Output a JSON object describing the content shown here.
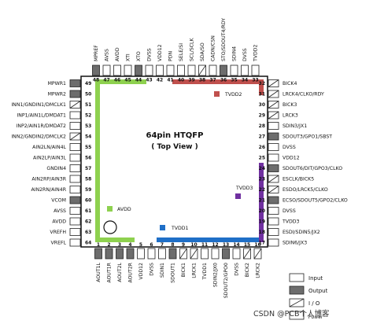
{
  "chip": {
    "title": "64pin HTQFP",
    "subtitle": "( Top View )"
  },
  "power_labels": {
    "tvdd2": "TVDD2",
    "tvdd3": "TVDD3",
    "avdd": "AVDD",
    "tvdd1": "TVDD1"
  },
  "colors": {
    "green": "#8ed14f",
    "red": "#c0504d",
    "blue": "#1f6fc7",
    "purple": "#7030a0",
    "output": "#6d6d6d"
  },
  "legend": {
    "input": "Input",
    "output": "Output",
    "io": "I / O",
    "power": "Power"
  },
  "watermark": "CSDN @PCB个人博客",
  "pins": {
    "left": [
      {
        "num": "49",
        "name": "MPWR1",
        "type": "output"
      },
      {
        "num": "50",
        "name": "MPWR2",
        "type": "output"
      },
      {
        "num": "51",
        "name": "INN1/GNDIN1/DMCLK1",
        "type": "io"
      },
      {
        "num": "52",
        "name": "INP1/AIN1L/DMDAT1",
        "type": "input"
      },
      {
        "num": "53",
        "name": "INP2/AIN1R/DMDAT2",
        "type": "input"
      },
      {
        "num": "54",
        "name": "INN2/GNDIN2/DMCLK2",
        "type": "io"
      },
      {
        "num": "55",
        "name": "AIN2LN/AIN4L",
        "type": "input"
      },
      {
        "num": "56",
        "name": "AIN2LP/AIN3L",
        "type": "input"
      },
      {
        "num": "57",
        "name": "GNDIN4",
        "type": "input"
      },
      {
        "num": "58",
        "name": "AIN2RP/AIN3R",
        "type": "input"
      },
      {
        "num": "59",
        "name": "AIN2RN/AIN4R",
        "type": "input"
      },
      {
        "num": "60",
        "name": "VCOM",
        "type": "output"
      },
      {
        "num": "61",
        "name": "AVSS",
        "type": "power"
      },
      {
        "num": "62",
        "name": "AVDD",
        "type": "power"
      },
      {
        "num": "63",
        "name": "VREFH",
        "type": "input"
      },
      {
        "num": "64",
        "name": "VREFL",
        "type": "input"
      }
    ],
    "right": [
      {
        "num": "32",
        "name": "BICK4",
        "type": "io"
      },
      {
        "num": "31",
        "name": "LRCK4/CLKO/RDY",
        "type": "io"
      },
      {
        "num": "30",
        "name": "BICK3",
        "type": "io"
      },
      {
        "num": "29",
        "name": "LRCK3",
        "type": "io"
      },
      {
        "num": "28",
        "name": "SDIN3/JX1",
        "type": "input"
      },
      {
        "num": "27",
        "name": "SDOUT3/GPO1/SBST",
        "type": "output"
      },
      {
        "num": "26",
        "name": "DVSS",
        "type": "power"
      },
      {
        "num": "25",
        "name": "VDD12",
        "type": "power"
      },
      {
        "num": "24",
        "name": "SDOUT6/DIT/GPO3/CLKO",
        "type": "output"
      },
      {
        "num": "23",
        "name": "ESCLK/BICK5",
        "type": "io"
      },
      {
        "num": "22",
        "name": "ESDO/LRCK5/CLKO",
        "type": "io"
      },
      {
        "num": "21",
        "name": "ECSO/SDOUT5/GPO2/CLKO",
        "type": "output"
      },
      {
        "num": "20",
        "name": "DVSS",
        "type": "power"
      },
      {
        "num": "19",
        "name": "TVDD3",
        "type": "power"
      },
      {
        "num": "18",
        "name": "ESDI/SDIN5/JX2",
        "type": "input"
      },
      {
        "num": "17",
        "name": "SDIN6/JX3",
        "type": "input"
      }
    ],
    "top": [
      {
        "num": "48",
        "name": "MPREF",
        "type": "output"
      },
      {
        "num": "47",
        "name": "AVSS",
        "type": "power"
      },
      {
        "num": "46",
        "name": "AVDD",
        "type": "power"
      },
      {
        "num": "45",
        "name": "XTI",
        "type": "input"
      },
      {
        "num": "44",
        "name": "XTO",
        "type": "output"
      },
      {
        "num": "43",
        "name": "DVSS",
        "type": "power"
      },
      {
        "num": "42",
        "name": "VDD12",
        "type": "power"
      },
      {
        "num": "41",
        "name": "PDN",
        "type": "input"
      },
      {
        "num": "40",
        "name": "SELE/SI",
        "type": "input"
      },
      {
        "num": "39",
        "name": "SCL/SCLK",
        "type": "input"
      },
      {
        "num": "38",
        "name": "SDA/SO",
        "type": "io"
      },
      {
        "num": "37",
        "name": "CADN/CSN",
        "type": "input"
      },
      {
        "num": "36",
        "name": "STO/SDOUT4/RDY",
        "type": "output"
      },
      {
        "num": "35",
        "name": "SDIN4",
        "type": "input"
      },
      {
        "num": "34",
        "name": "DVSS",
        "type": "power"
      },
      {
        "num": "33",
        "name": "TVDD2",
        "type": "power"
      }
    ],
    "bottom": [
      {
        "num": "1",
        "name": "AOUT1L",
        "type": "output"
      },
      {
        "num": "2",
        "name": "AOUT1R",
        "type": "output"
      },
      {
        "num": "3",
        "name": "AOUT2L",
        "type": "output"
      },
      {
        "num": "4",
        "name": "AOUT2R",
        "type": "output"
      },
      {
        "num": "5",
        "name": "VDD12",
        "type": "power"
      },
      {
        "num": "6",
        "name": "DVSS",
        "type": "power"
      },
      {
        "num": "7",
        "name": "SDIN1",
        "type": "input"
      },
      {
        "num": "8",
        "name": "SDOUT1",
        "type": "output"
      },
      {
        "num": "9",
        "name": "BICK1",
        "type": "io"
      },
      {
        "num": "10",
        "name": "LRCK1",
        "type": "io"
      },
      {
        "num": "11",
        "name": "TVDD1",
        "type": "power"
      },
      {
        "num": "12",
        "name": "SDIN2/JX0",
        "type": "input"
      },
      {
        "num": "13",
        "name": "SDOUT2/GPO0",
        "type": "output"
      },
      {
        "num": "14",
        "name": "DVSS",
        "type": "power"
      },
      {
        "num": "15",
        "name": "BICK2",
        "type": "io"
      },
      {
        "num": "16",
        "name": "LRCK2",
        "type": "io"
      }
    ]
  }
}
